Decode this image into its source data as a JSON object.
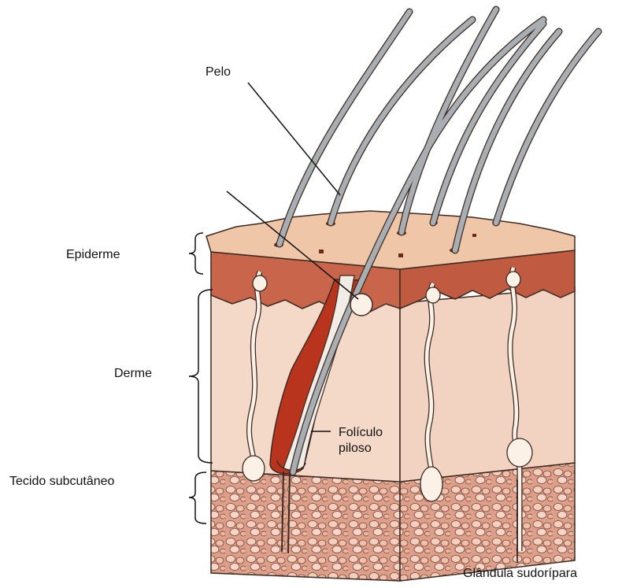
{
  "labels": {
    "hair": "Pelo",
    "epidermis": "Epiderme",
    "dermis": "Derme",
    "subcutaneous": "Tecido subcutâneo",
    "follicle": "Folículo\npiloso",
    "sweat_gland": "Glândula sudorípara"
  },
  "colors": {
    "epidermis_top": "#efc6a8",
    "epidermis_band": "#c8654a",
    "dermis": "#f4d8c8",
    "subcutaneous": "#e0a890",
    "fat_lobule": "#f3cfc0",
    "follicle": "#b8341c",
    "hair": "#a9aeb3",
    "gland": "#fbf1e6",
    "outline": "#3a2a22"
  }
}
